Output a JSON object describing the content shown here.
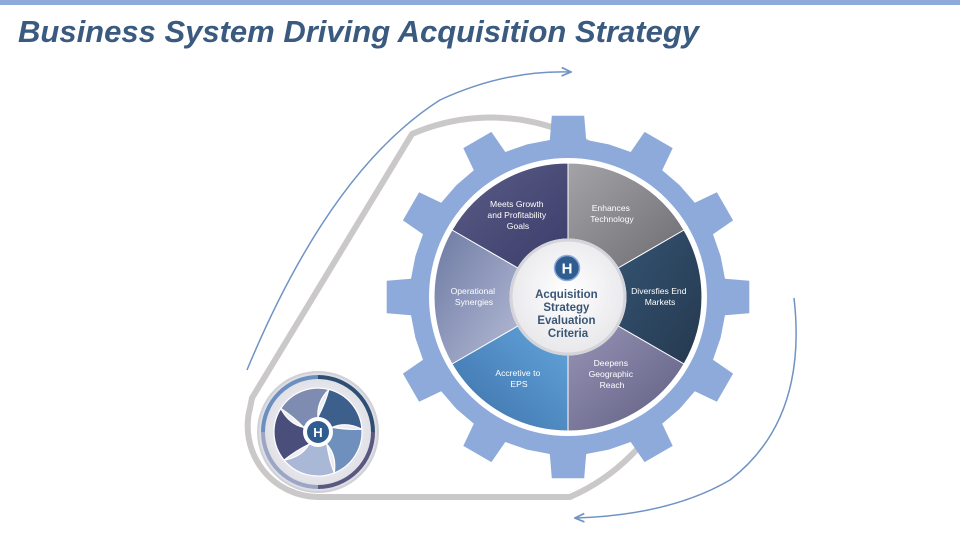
{
  "slide": {
    "title": "Business System Driving Acquisition Strategy"
  },
  "diagram": {
    "center_label_lines": [
      "Acquisition",
      "Strategy",
      "Evaluation",
      "Criteria"
    ],
    "logo_letter": "H",
    "segments": [
      {
        "lines": [
          "Meets Growth",
          "and Profitability",
          "Goals"
        ],
        "color": "#4d4e7e"
      },
      {
        "lines": [
          "Enhances",
          "Technology"
        ],
        "color": "#8e8e92"
      },
      {
        "lines": [
          "Diversfies End",
          "Markets"
        ],
        "color": "#2e4660"
      },
      {
        "lines": [
          "Deepens",
          "Geographic",
          "Reach"
        ],
        "color": "#7b7a9c"
      },
      {
        "lines": [
          "Accretive to",
          "EPS"
        ],
        "color": "#4f8ec8"
      },
      {
        "lines": [
          "Operational",
          "Synergies"
        ],
        "color": "#8a94b6"
      }
    ],
    "colors": {
      "gear": "#8eaadb",
      "belt": "#cbc8ca",
      "arrow": "#6f93c4",
      "title": "#3a5a80"
    }
  }
}
